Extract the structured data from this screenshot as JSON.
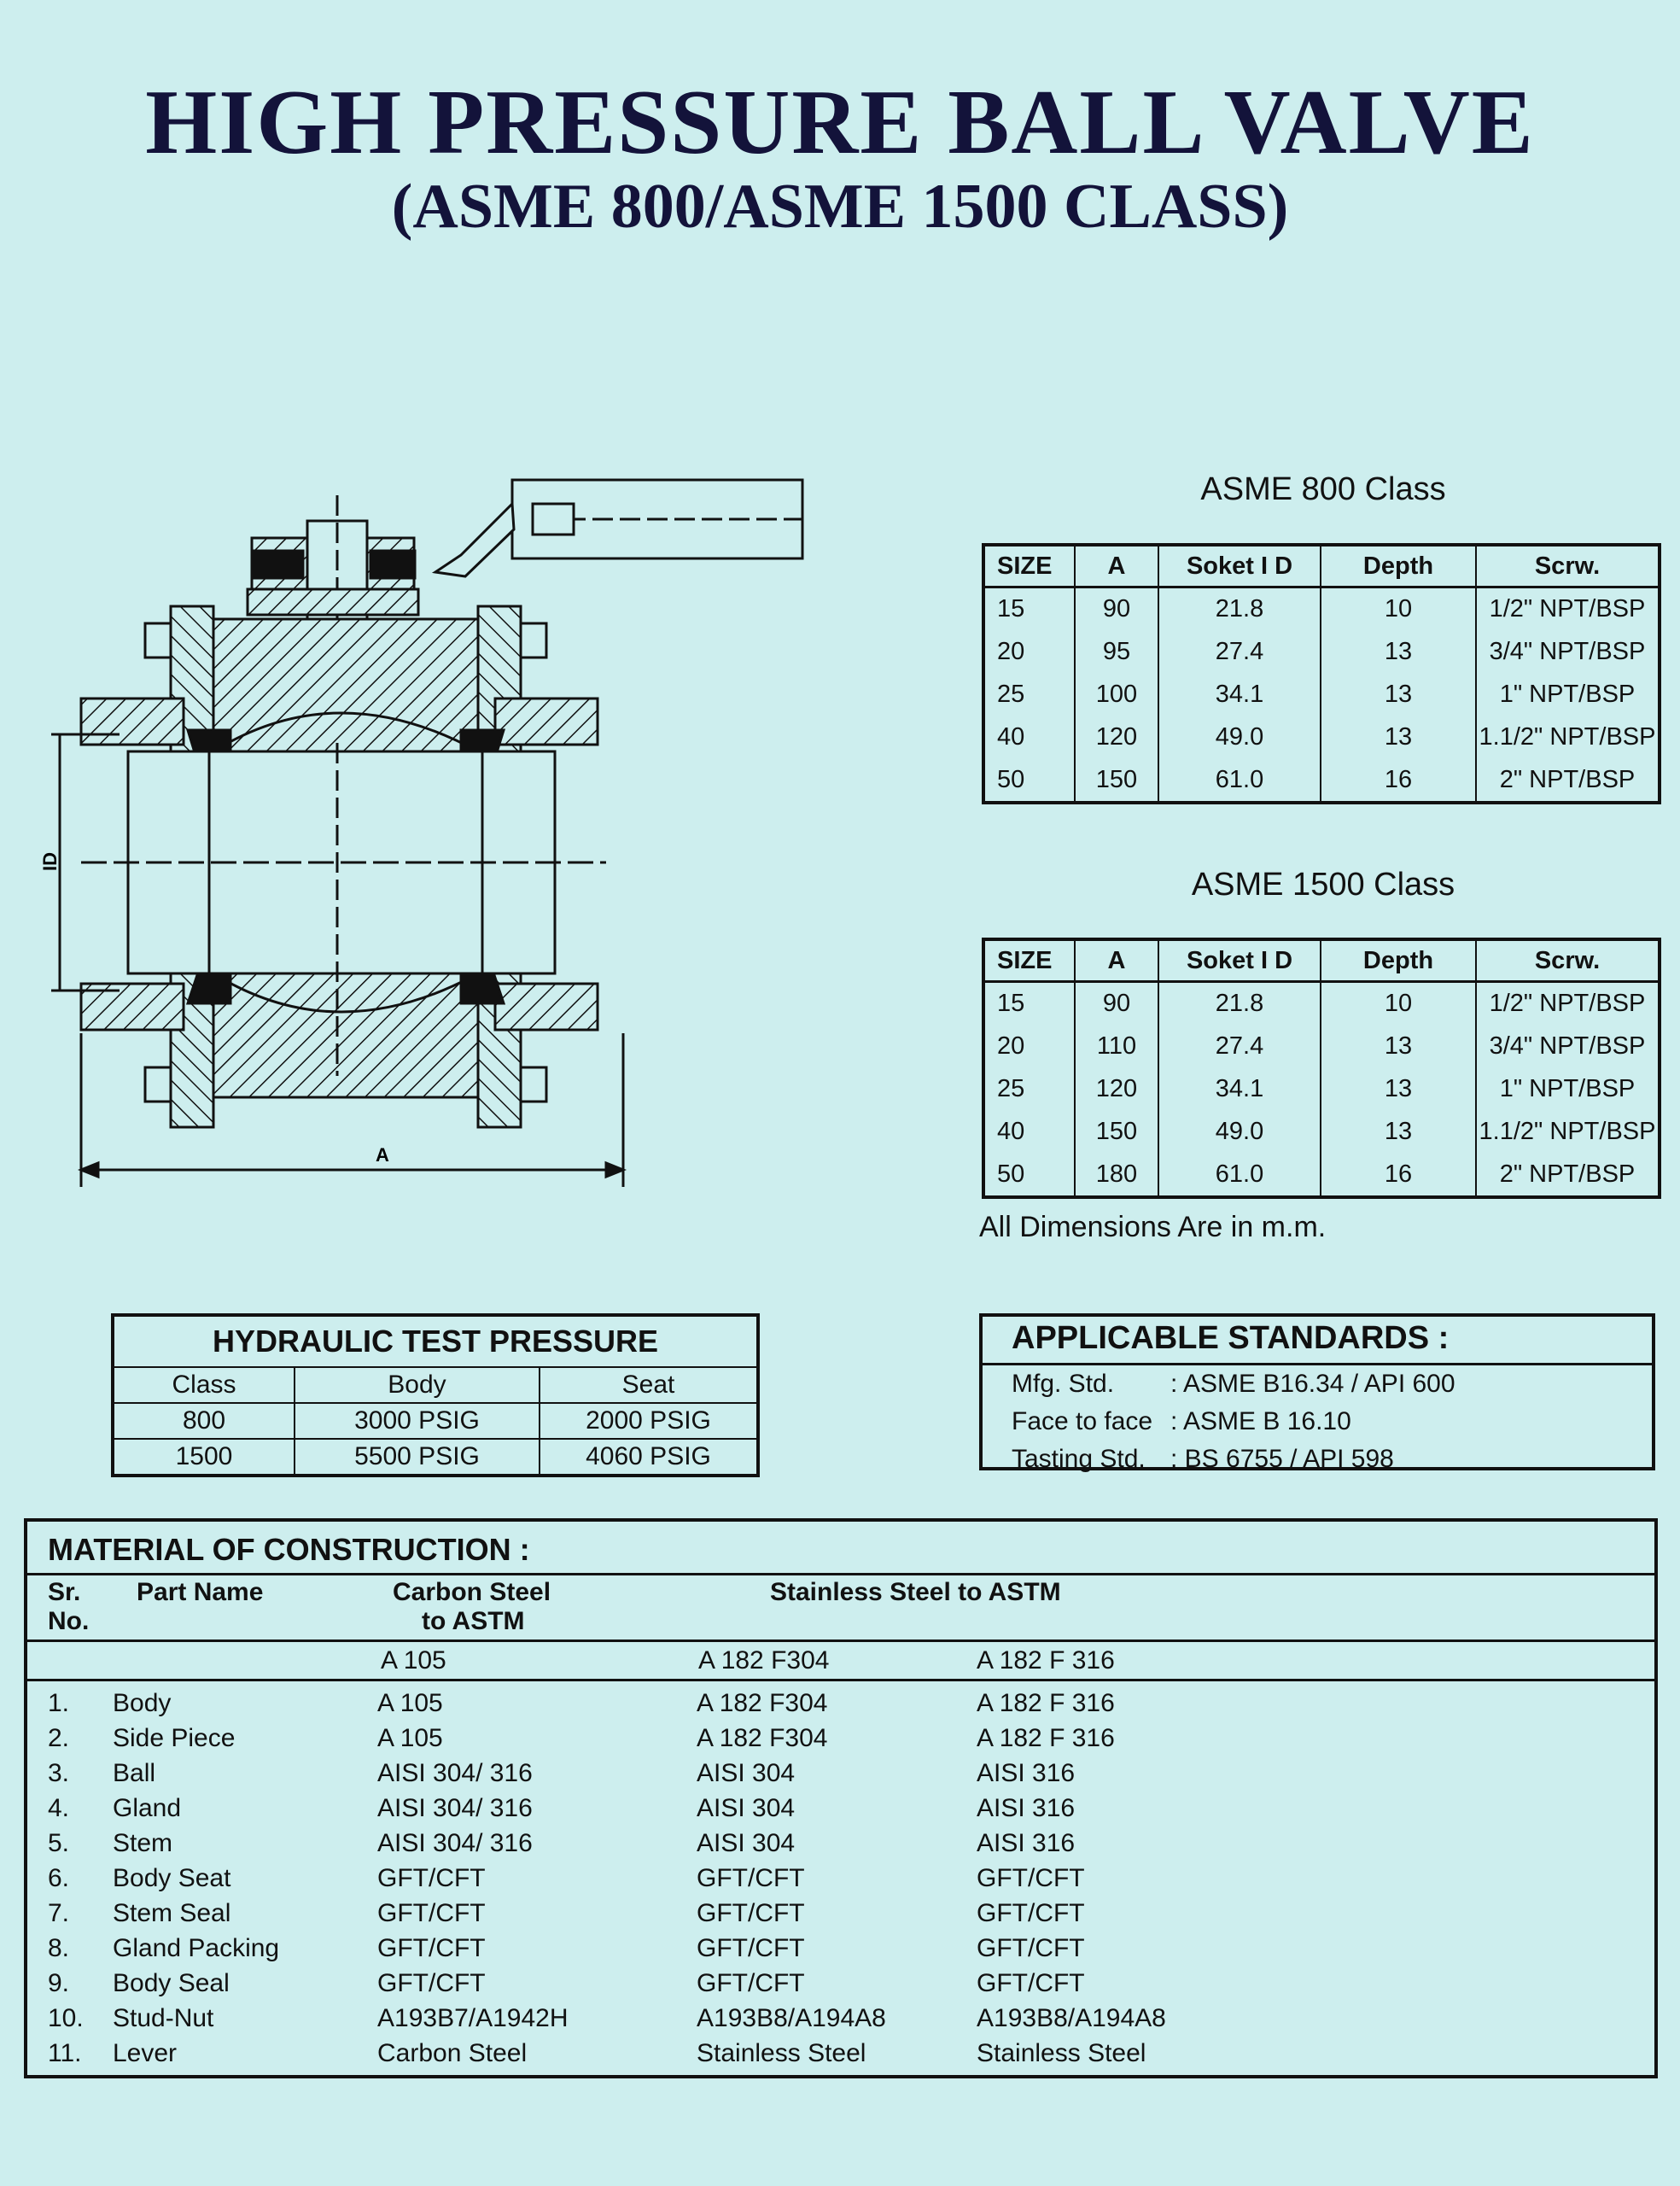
{
  "title": "HIGH PRESSURE BALL VALVE",
  "subtitle": "(ASME 800/ASME 1500 CLASS)",
  "drawing": {
    "label_id": "ID",
    "label_a": "A"
  },
  "tables_headers": [
    "SIZE",
    "A",
    "Soket  I D",
    "Depth",
    "Scrw."
  ],
  "asme800": {
    "caption": "ASME 800 Class",
    "rows": [
      [
        "15",
        "90",
        "21.8",
        "10",
        "1/2\" NPT/BSP"
      ],
      [
        "20",
        "95",
        "27.4",
        "13",
        "3/4\" NPT/BSP"
      ],
      [
        "25",
        "100",
        "34.1",
        "13",
        "1\" NPT/BSP"
      ],
      [
        "40",
        "120",
        "49.0",
        "13",
        "1.1/2\" NPT/BSP"
      ],
      [
        "50",
        "150",
        "61.0",
        "16",
        "2\" NPT/BSP"
      ]
    ]
  },
  "asme1500": {
    "caption": "ASME 1500 Class",
    "rows": [
      [
        "15",
        "90",
        "21.8",
        "10",
        "1/2\" NPT/BSP"
      ],
      [
        "20",
        "110",
        "27.4",
        "13",
        "3/4\" NPT/BSP"
      ],
      [
        "25",
        "120",
        "34.1",
        "13",
        "1\" NPT/BSP"
      ],
      [
        "40",
        "150",
        "49.0",
        "13",
        "1.1/2\" NPT/BSP"
      ],
      [
        "50",
        "180",
        "61.0",
        "16",
        "2\" NPT/BSP"
      ]
    ]
  },
  "note": "All Dimensions Are in m.m.",
  "hydraulic": {
    "title": "HYDRAULIC TEST PRESSURE",
    "headers": [
      "Class",
      "Body",
      "Seat"
    ],
    "rows": [
      [
        "800",
        "3000 PSIG",
        "2000 PSIG"
      ],
      [
        "1500",
        "5500 PSIG",
        "4060 PSIG"
      ]
    ]
  },
  "standards": {
    "title": "APPLICABLE  STANDARDS :",
    "rows": [
      [
        "Mfg. Std.",
        ": ASME B16.34 / API 600"
      ],
      [
        "Face to face",
        ": ASME B 16.10"
      ],
      [
        "Tasting Std.",
        ": BS 6755 / API 598"
      ]
    ]
  },
  "material": {
    "title": "MATERIAL OF CONSTRUCTION :",
    "h_sr": "Sr.",
    "h_no": "No.",
    "h_part": "Part Name",
    "h_carbon1": "Carbon Steel",
    "h_carbon2": "to ASTM",
    "h_stainless": "Stainless Steel to ASTM",
    "sub": [
      "A 105",
      "A 182 F304",
      "A 182 F 316"
    ],
    "rows": [
      [
        "1.",
        "Body",
        "A 105",
        "A 182 F304",
        "A 182 F 316"
      ],
      [
        "2.",
        "Side Piece",
        "A 105",
        "A 182 F304",
        "A 182 F 316"
      ],
      [
        "3.",
        "Ball",
        "AISI 304/ 316",
        "AISI 304",
        "AISI 316"
      ],
      [
        "4.",
        "Gland",
        "AISI 304/ 316",
        "AISI 304",
        "AISI 316"
      ],
      [
        "5.",
        "Stem",
        "AISI 304/ 316",
        "AISI 304",
        "AISI 316"
      ],
      [
        "6.",
        "Body Seat",
        "GFT/CFT",
        "GFT/CFT",
        "GFT/CFT"
      ],
      [
        "7.",
        "Stem Seal",
        "GFT/CFT",
        "GFT/CFT",
        "GFT/CFT"
      ],
      [
        "8.",
        "Gland Packing",
        "GFT/CFT",
        "GFT/CFT",
        "GFT/CFT"
      ],
      [
        "9.",
        "Body Seal",
        "GFT/CFT",
        "GFT/CFT",
        "GFT/CFT"
      ],
      [
        "10.",
        "Stud-Nut",
        "A193B7/A1942H",
        "A193B8/A194A8",
        "A193B8/A194A8"
      ],
      [
        "11.",
        "Lever",
        "Carbon Steel",
        "Stainless Steel",
        "Stainless Steel"
      ]
    ]
  }
}
